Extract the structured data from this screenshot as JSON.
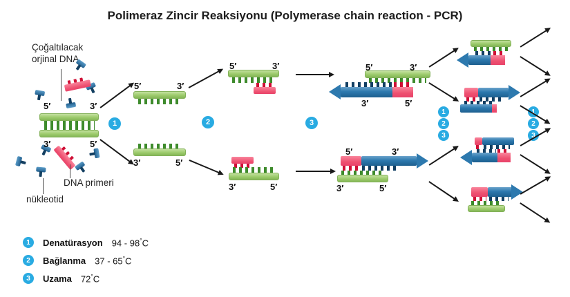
{
  "title": "Polimeraz Zincir Reaksiyonu (Polymerase chain reaction - PCR)",
  "labels": {
    "five_prime": "5′",
    "three_prime": "3′",
    "original_dna_line1": "Çoğaltılacak",
    "original_dna_line2": "orjinal DNA",
    "dna_primer": "DNA primeri",
    "nucleotide": "nükleotid",
    "degree": "°",
    "celsius": "C"
  },
  "steps": [
    {
      "num": "1",
      "name": "Denatürasyon",
      "temp_range": "94 - 98"
    },
    {
      "num": "2",
      "name": "Bağlanma",
      "temp_range": "37 - 65"
    },
    {
      "num": "3",
      "name": "Uzama",
      "temp_range": "72"
    }
  ],
  "colors": {
    "step_circle": "#29abe2",
    "dna_green": "#8cc05e",
    "dna_green_teeth": "#3e8b2c",
    "new_strand_blue": "#2d79ae",
    "new_strand_teeth": "#123f63",
    "primer_pink": "#ee5372",
    "primer_teeth": "#cf0f35"
  }
}
